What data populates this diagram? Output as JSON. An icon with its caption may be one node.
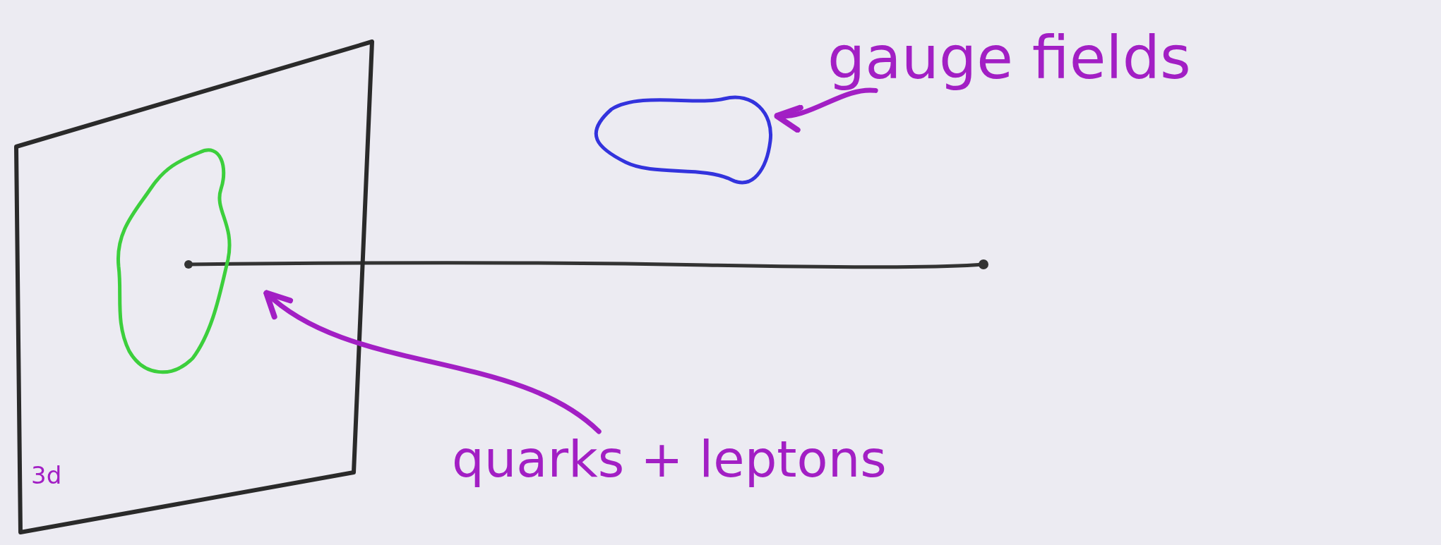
{
  "diagram": {
    "nodes": [
      {
        "text": [
          "3d"
        ]
      },
      {
        "text": [],
        "shape": "blob",
        "in": 0
      },
      {
        "text": [],
        "shape": "blob"
      },
      {
        "text": [
          "gauge fields"
        ]
      },
      {
        "text": [
          "quarks + leptons"
        ]
      }
    ],
    "edges": [
      {
        "from": 3,
        "to": 2,
        "arrow": "to"
      },
      {
        "from": 4,
        "to": 1,
        "arrow": "to"
      }
    ]
  }
}
